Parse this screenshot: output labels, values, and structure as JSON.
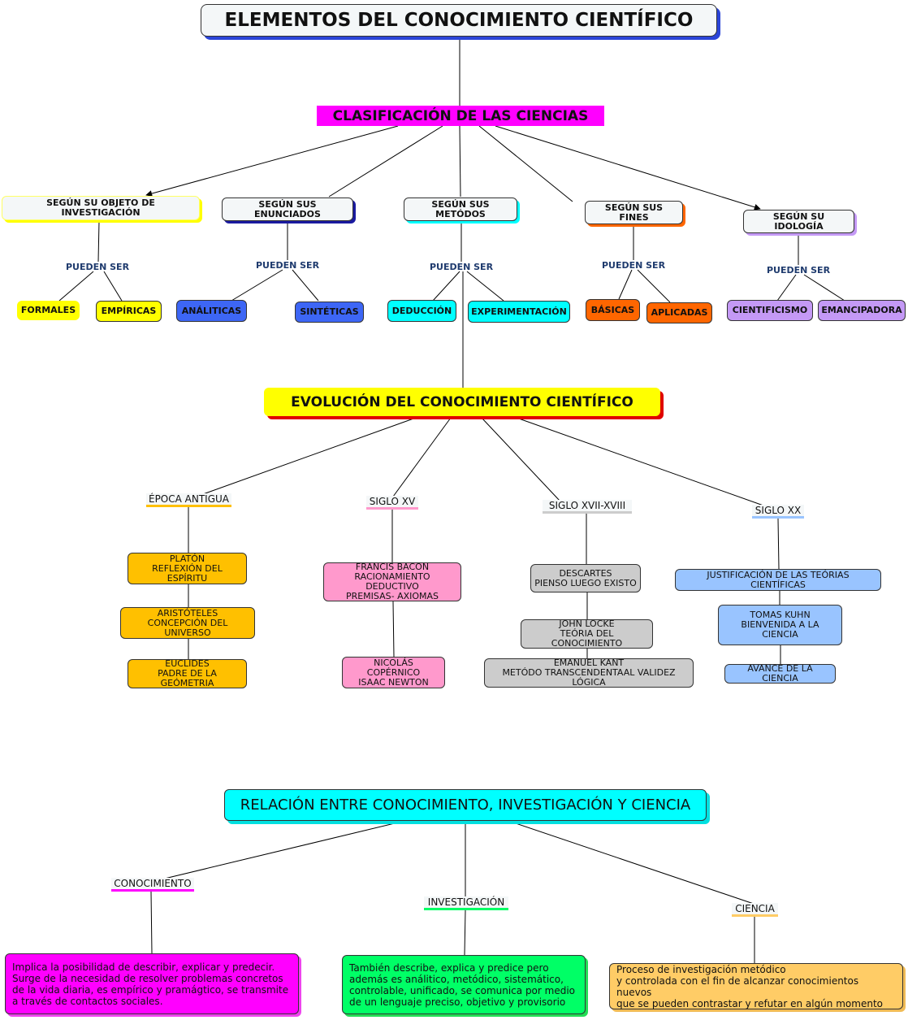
{
  "title": "ELEMENTOS DEL CONOCIMIENTO CIENTÍFICO",
  "clasificacion": {
    "title": "CLASIFICACIÓN DE LAS CIENCIAS",
    "link_label": "PUEDEN SER",
    "groups": [
      {
        "label": "SEGÚN SU OBJETO DE INVESTIGACIÓN",
        "items": [
          "FORMALES",
          "EMPÍRICAS"
        ]
      },
      {
        "label": "SEGÚN SUS ENUNCIADOS",
        "items": [
          "ANÁLITICAS",
          "SINTÉTICAS"
        ]
      },
      {
        "label": "SEGÚN SUS METÓDOS",
        "items": [
          "DEDUCCIÓN",
          "EXPERIMENTACIÓN"
        ]
      },
      {
        "label": "SEGÚN SUS FINES",
        "items": [
          "BÁSICAS",
          "APLICADAS"
        ]
      },
      {
        "label": "SEGÚN SU IDOLOGÍA",
        "items": [
          "CIENTIFICISMO",
          "EMANCIPADORA"
        ]
      }
    ]
  },
  "evolucion": {
    "title": "EVOLUCIÓN DEL CONOCIMIENTO CIENTÍFICO",
    "periods": [
      {
        "label": "ÉPOCA ANTIGUA",
        "items": [
          "PLATÓN\nREFLEXIÓN DEL ESPÍRITU",
          "ARISTÓTELES\nCONCEPCIÓN DEL UNIVERSO",
          "EUCLIDES\nPADRE DE LA GEÓMETRIA"
        ]
      },
      {
        "label": "SIGLO XV",
        "items": [
          "FRANCIS BACON\nRACIONAMIENTO DEDUCTIVO\nPREMISAS- AXIOMAS",
          "NICOLÁS COPÉRNICO\nISAAC NEWTON"
        ]
      },
      {
        "label": "SIGLO XVII-XVIII",
        "items": [
          "DESCARTES\nPIENSO LUEGO EXISTO",
          "JOHN LOCKE\nTEÓRIA DEL CONOCIMIENTO",
          "EMANUEL KANT\nMETÓDO TRANSCENDENTAAL VALIDEZ LÓGICA"
        ]
      },
      {
        "label": "SIGLO XX",
        "items": [
          "JUSTIFICACIÓN DE LAS TEÓRIAS CIENTÍFICAS",
          "TOMAS KUHN\nBIENVENIDA A LA CIENCIA",
          "AVANCE DE LA CIENCIA"
        ]
      }
    ]
  },
  "relacion": {
    "title": "RELACIÓN ENTRE CONOCIMIENTO, INVESTIGACIÓN Y CIENCIA",
    "concepts": [
      {
        "label": "CONOCIMIENTO",
        "text": "Implica la posibilidad de describir, explicar y predecir.\nSurge de la necesidad de resolver problemas concretos\n de la vida diaria, es empírico y pramágtico, se transmite\n a través de contactos sociales."
      },
      {
        "label": "INVESTIGACIÓN",
        "text": "También describe, explica y predice pero\nademás es análitico, metódico, sistemático,\n controlable, unificado, se comunica por medio\nde un lenguaje preciso, objetivo y provisorio"
      },
      {
        "label": "CIENCIA",
        "text": "Proceso de investigación metódico\ny controlada con el fin de alcanzar conocimientos nuevos\nque se pueden contrastar y refutar en algún momento"
      }
    ]
  },
  "colors": {
    "magenta": "#ff00ff",
    "yellow": "#ffff00",
    "blue": "#3d66f5",
    "cyan": "#00ffff",
    "orange": "#ff6600",
    "lavender": "#c499f5",
    "gold": "#ffc000",
    "pink": "#ff99cc",
    "gray": "#cccccc",
    "lightblue": "#99c4ff",
    "green": "#00ff66",
    "peach": "#ffcc66"
  }
}
